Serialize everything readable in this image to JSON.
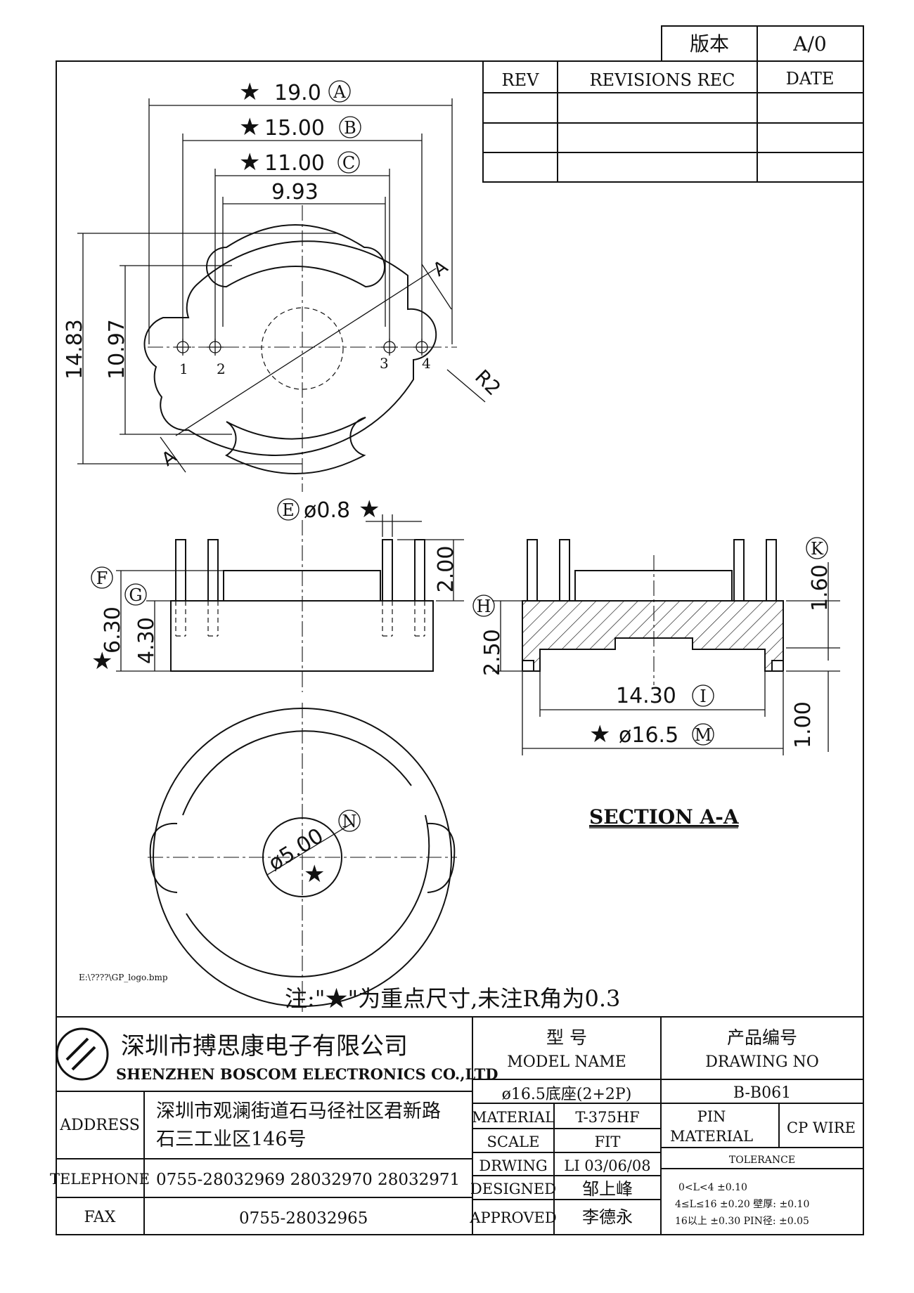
{
  "revision_box": {
    "label": "版本",
    "value": "A/0"
  },
  "revision_table": {
    "headers": [
      "REV",
      "REVISIONS REC",
      "DATE"
    ],
    "rows": [
      [
        "",
        "",
        ""
      ],
      [
        "",
        "",
        ""
      ],
      [
        "",
        "",
        ""
      ]
    ]
  },
  "top_view": {
    "dims": {
      "d_a": "19.0",
      "d_b": "15.00",
      "d_c": "11.00",
      "d_inner": "9.93",
      "h_outer": "14.83",
      "h_inner": "10.97",
      "radius": "R2",
      "section_mark": "A",
      "star": "★",
      "circle_a": "A",
      "circle_b": "B",
      "circle_c": "C"
    },
    "pins": [
      "1",
      "2",
      "3",
      "4"
    ]
  },
  "front_view": {
    "dims": {
      "pin_dia": "ø0.8",
      "pin_len": "2.00",
      "h_total": "6.30",
      "h_base": "4.30",
      "star": "★",
      "circle_e": "E",
      "circle_f": "F",
      "circle_g": "G"
    }
  },
  "section_view": {
    "title": "SECTION A-A",
    "dims": {
      "k": "1.60",
      "h": "2.50",
      "inner": "14.30",
      "outer": "ø16.5",
      "step": "1.00",
      "star": "★",
      "circle_h": "H",
      "circle_k": "K",
      "circle_i": "I",
      "circle_m": "M"
    }
  },
  "bottom_view": {
    "dims": {
      "hole": "ø5.00",
      "circle_n": "N",
      "star": "★"
    }
  },
  "image_path_text": "E:\\????\\GP_logo.bmp",
  "note": "注:\"★\"为重点尺寸,未注R角为0.3",
  "title_block": {
    "company_cn": "深圳市搏思康电子有限公司",
    "company_en": "SHENZHEN BOSCOM ELECTRONICS CO.,LTD",
    "address_label": "ADDRESS",
    "address_line1": "深圳市观澜街道石马径社区君新路",
    "address_line2": "石三工业区146号",
    "telephone_label": "TELEPHONE",
    "telephone": "0755-28032969 28032970 28032971",
    "fax_label": "FAX",
    "fax": "0755-28032965",
    "model_label_cn": "型 号",
    "model_label_en": "MODEL NAME",
    "model_value": "ø16.5底座(2+2P)",
    "drawing_label_cn": "产品编号",
    "drawing_label_en": "DRAWING NO",
    "drawing_value": "B-B061",
    "material_label": "MATERIAL",
    "material_value": "T-375HF",
    "scale_label": "SCALE",
    "scale_value": "FIT",
    "drawing_by_label": "DRWING",
    "drawing_by_value": "LI 03/06/08",
    "designed_label": "DESIGNED",
    "designed_value": "邹上峰",
    "approved_label": "APPROVED",
    "approved_value": "李德永",
    "pin_material_label1": "PIN",
    "pin_material_label2": "MATERIAL",
    "pin_material_value": "CP WIRE",
    "tolerance_label": "TOLERANCE",
    "tol_row1": "0<L<4      ±0.10",
    "tol_row2": "4≤L≤16  ±0.20  壁厚:  ±0.10",
    "tol_row3": "16以上    ±0.30  PIN径: ±0.05"
  }
}
